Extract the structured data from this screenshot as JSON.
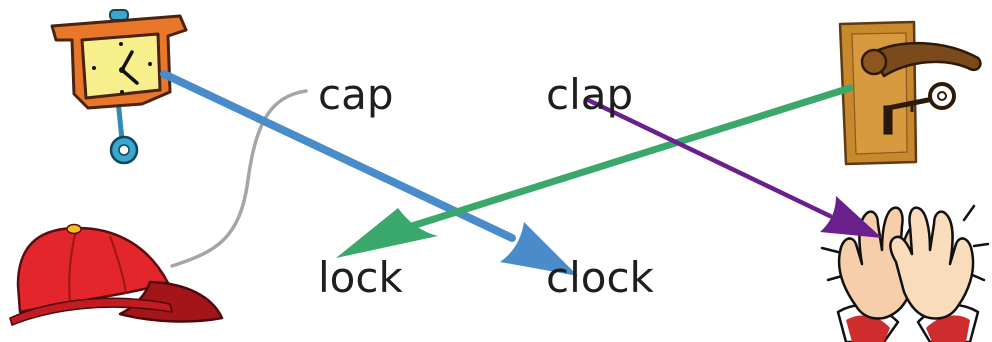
{
  "words": {
    "cap": "cap",
    "clap": "clap",
    "lock": "lock",
    "clock": "clock"
  },
  "pictures": [
    {
      "name": "clock-picture",
      "icon": "pendulum-clock-icon"
    },
    {
      "name": "cap-picture",
      "icon": "red-cap-icon"
    },
    {
      "name": "door-lock-picture",
      "icon": "door-handle-and-key-icon"
    },
    {
      "name": "clapping-hands-picture",
      "icon": "clapping-hands-icon"
    }
  ],
  "connections": [
    {
      "from": "clock-picture",
      "to": "clock",
      "color": "#4a8bc9",
      "style": "arrow"
    },
    {
      "from": "door-lock-picture",
      "to": "lock",
      "color": "#3aa86b",
      "style": "arrow"
    },
    {
      "from": "clap",
      "to": "clapping-hands-picture",
      "color": "#6a1f8c",
      "style": "arrow"
    },
    {
      "from": "cap-picture",
      "to": "cap",
      "color": "#a3a3a3",
      "style": "curve"
    }
  ]
}
